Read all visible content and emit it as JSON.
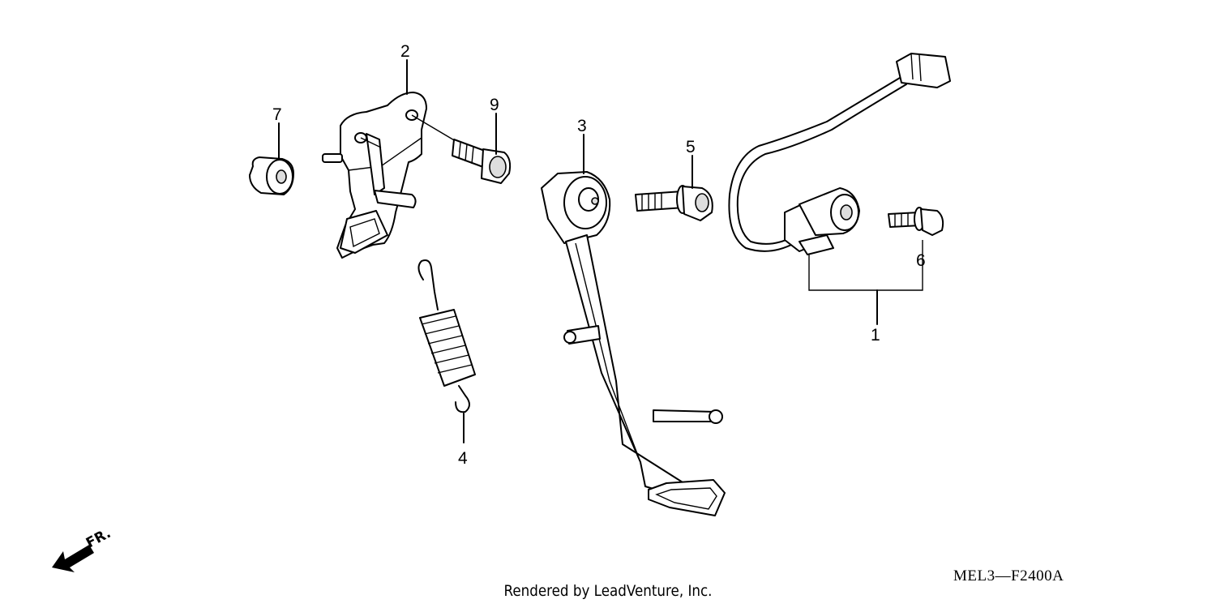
{
  "callouts": [
    {
      "id": "1",
      "text": "1"
    },
    {
      "id": "2",
      "text": "2"
    },
    {
      "id": "3",
      "text": "3"
    },
    {
      "id": "4",
      "text": "4"
    },
    {
      "id": "5",
      "text": "5"
    },
    {
      "id": "6",
      "text": "6"
    },
    {
      "id": "7",
      "text": "7"
    },
    {
      "id": "9",
      "text": "9"
    }
  ],
  "direction": {
    "label": "FR."
  },
  "diagram_code": "MEL3—F2400A",
  "footer": "Rendered by LeadVenture, Inc."
}
